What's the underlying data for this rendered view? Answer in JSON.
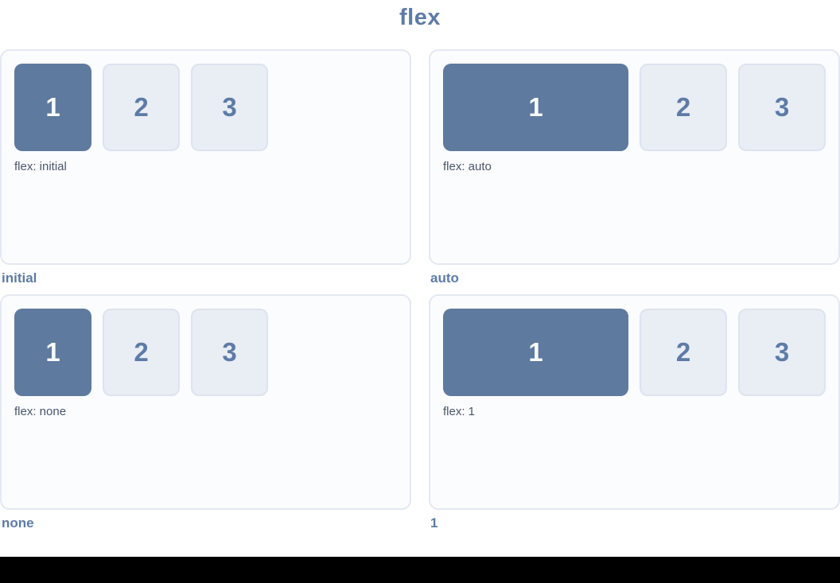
{
  "page": {
    "title": "flex"
  },
  "colors": {
    "accent": "#5e7a9e",
    "accent_text": "#f7fafc",
    "muted_box_bg": "#e9edf4",
    "muted_box_border": "#dde4ef",
    "muted_box_text": "#5d7ba6",
    "panel_bg": "#fbfcfe",
    "panel_border": "#e3e8f2",
    "heading_text": "#5d7ba6",
    "label_text": "#49566d",
    "footer_bar": "#000000",
    "page_bg": "#ffffff"
  },
  "panels": [
    {
      "caption": "initial",
      "label": "flex: initial",
      "boxes": [
        "1",
        "2",
        "3"
      ]
    },
    {
      "caption": "auto",
      "label": "flex: auto",
      "boxes": [
        "1",
        "2",
        "3"
      ]
    },
    {
      "caption": "none",
      "label": "flex: none",
      "boxes": [
        "1",
        "2",
        "3"
      ]
    },
    {
      "caption": "1",
      "label": "flex: 1",
      "boxes": [
        "1",
        "2",
        "3"
      ]
    }
  ]
}
